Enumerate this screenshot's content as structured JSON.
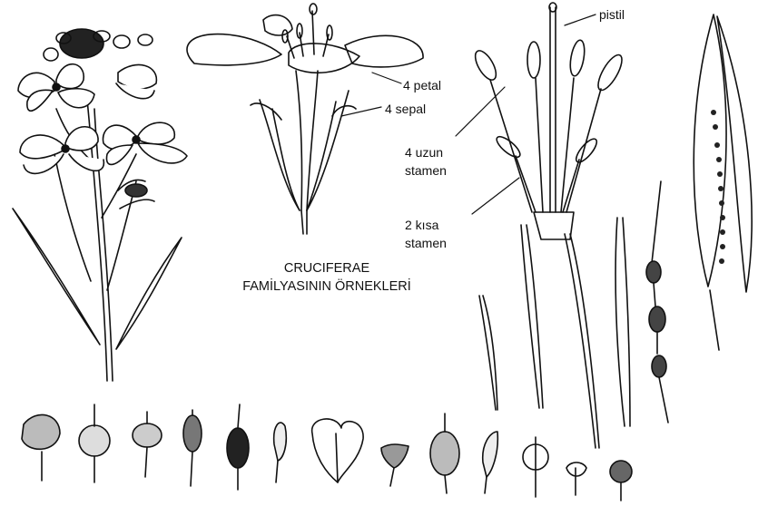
{
  "title": {
    "line1": "CRUCIFERAE",
    "line2": "FAMİLYASININ ÖRNEKLERİ"
  },
  "labels": {
    "pistil": "pistil",
    "petal": "4 petal",
    "sepal": "4 sepal",
    "long_stamen_1": "4 uzun",
    "long_stamen_2": "stamen",
    "short_stamen_1": "2 kısa",
    "short_stamen_2": "stamen"
  },
  "colors": {
    "ink": "#111111",
    "paper": "#ffffff"
  }
}
